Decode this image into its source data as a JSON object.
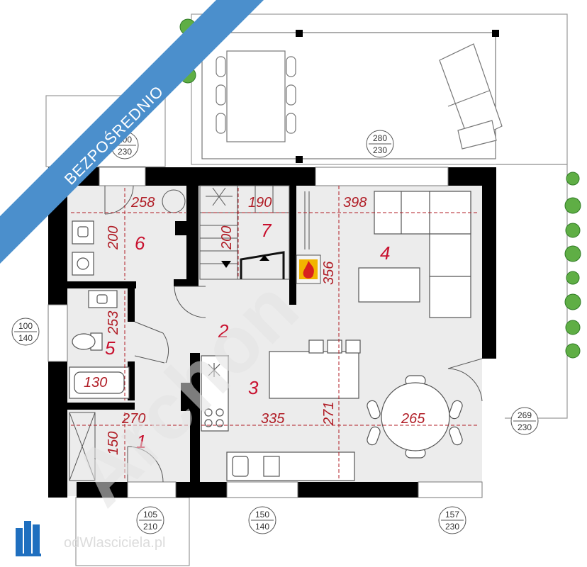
{
  "banner": {
    "text": "BEZPOŚREDNIO"
  },
  "watermark": {
    "text": "Archon"
  },
  "footer_logo": {
    "text": "odWlasciciela.pl"
  },
  "rooms": [
    "1",
    "2",
    "3",
    "4",
    "5",
    "6",
    "7"
  ],
  "dimensions": {
    "d258": "258",
    "d190": "190",
    "d398": "398",
    "d200a": "200",
    "d200b": "200",
    "d356": "356",
    "d253": "253",
    "d130": "130",
    "d270": "270",
    "d335": "335",
    "d271": "271",
    "d265": "265",
    "d150": "150"
  },
  "windows": [
    {
      "top": "100",
      "bottom": "230"
    },
    {
      "top": "280",
      "bottom": "230"
    },
    {
      "top": "100",
      "bottom": "140"
    },
    {
      "top": "269",
      "bottom": "230"
    },
    {
      "top": "105",
      "bottom": "210"
    },
    {
      "top": "150",
      "bottom": "140"
    },
    {
      "top": "157",
      "bottom": "230"
    }
  ],
  "colors": {
    "wall": "#000000",
    "floor": "#ececec",
    "banner": "#4b8fcc",
    "dimension": "#b01c25",
    "accent": "#c8102e"
  }
}
